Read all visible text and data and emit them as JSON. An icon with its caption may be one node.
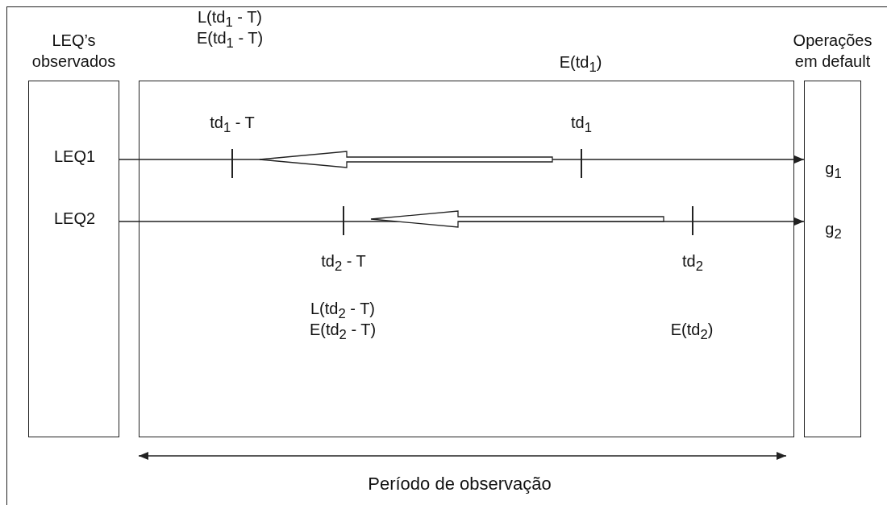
{
  "diagram": {
    "nodes": [
      {
        "text": [
          "LEQ’s observados"
        ]
      },
      {
        "text": [
          "LEQ1"
        ],
        "in": 0
      },
      {
        "text": [
          "LEQ2"
        ],
        "in": 0
      },
      {
        "text": [],
        "shape": "box"
      },
      {
        "text": [
          "td$_{1}$ - T"
        ],
        "in": 3
      },
      {
        "text": [
          "td$_{1}$"
        ],
        "in": 3
      },
      {
        "text": [
          "td$_{2}$ - T"
        ],
        "in": 3
      },
      {
        "text": [
          "td$_{2}$"
        ],
        "in": 3
      },
      {
        "text": [
          "Operações em default"
        ]
      },
      {
        "text": [
          "g$_{1}$"
        ],
        "in": 8
      },
      {
        "text": [
          "g$_{2}$"
        ],
        "in": 8
      }
    ],
    "edges": [
      {
        "from": 1,
        "to": 9,
        "arrow": "to"
      },
      {
        "from": 2,
        "to": 10,
        "arrow": "to"
      },
      {
        "from": 5,
        "to": 4,
        "arrow": "to",
        "style": "thick"
      },
      {
        "from": 7,
        "to": 6,
        "arrow": "to",
        "style": "thick"
      }
    ],
    "labels": [
      "L(td$_{1}$ - T)",
      "E(td$_{1}$ - T)",
      "E(td$_{1}$)",
      "L(td$_{2}$ - T)",
      "E(td$_{2}$ - T)",
      "E(td$_{2}$)",
      "Período de observação"
    ]
  }
}
